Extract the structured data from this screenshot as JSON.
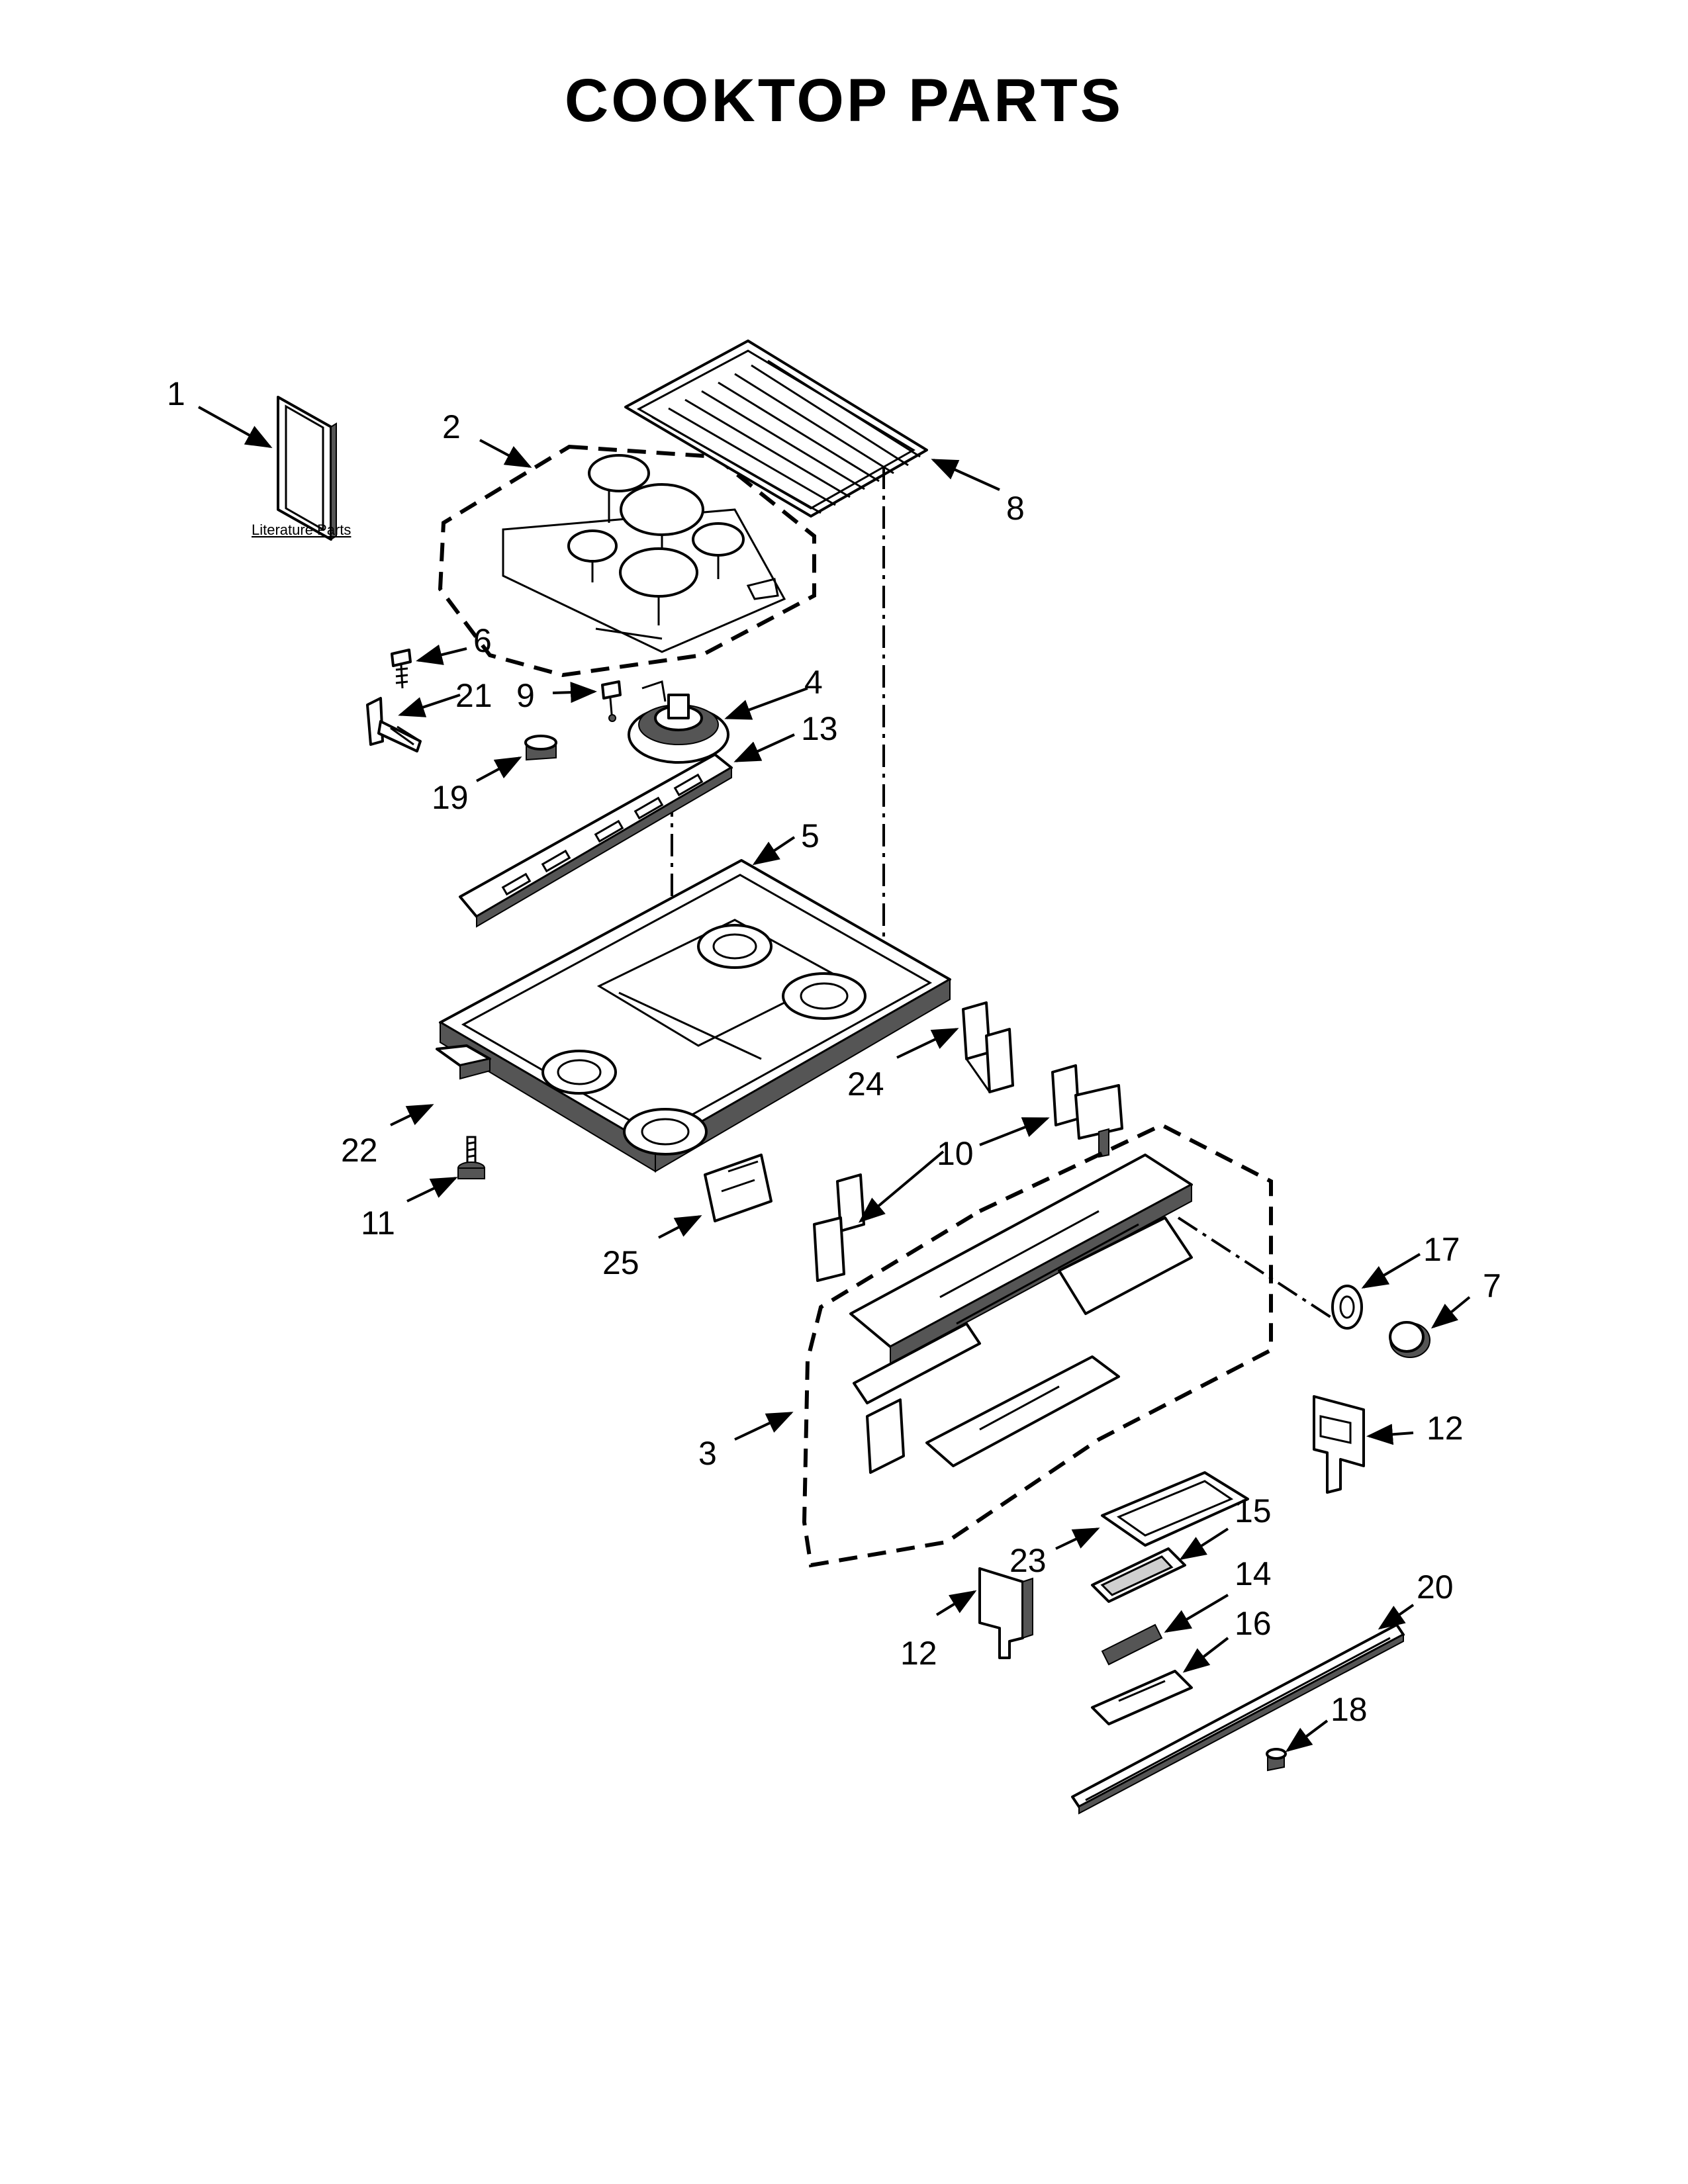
{
  "title": "COOKTOP PARTS",
  "literature_label": "Literature Parts",
  "callouts": {
    "c1": "1",
    "c2": "2",
    "c3": "3",
    "c4": "4",
    "c5": "5",
    "c6": "6",
    "c7": "7",
    "c8": "8",
    "c9": "9",
    "c10a": "10",
    "c10b": "10",
    "c11": "11",
    "c12a": "12",
    "c12b": "12",
    "c13": "13",
    "c14": "14",
    "c15": "15",
    "c16": "16",
    "c17": "17",
    "c18": "18",
    "c19": "19",
    "c20": "20",
    "c21": "21",
    "c22": "22",
    "c23": "23",
    "c24": "24",
    "c25": "25"
  }
}
